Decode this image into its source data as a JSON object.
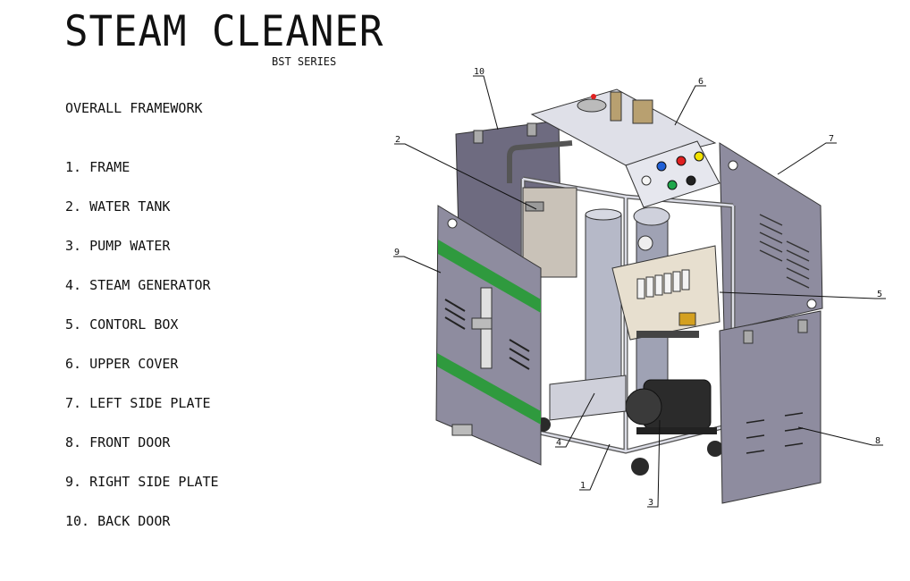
{
  "header": {
    "title": "STEAM CLEANER",
    "subtitle": "BST SERIES"
  },
  "section_label": "OVERALL  FRAMEWORK",
  "parts": [
    "1. FRAME",
    "2. WATER TANK",
    "3. PUMP WATER",
    "4. STEAM GENERATOR",
    "5. CONTORL BOX",
    "6. UPPER COVER",
    "7. LEFT SIDE PLATE",
    "8. FRONT DOOR",
    "9. RIGHT SIDE PLATE",
    "10. BACK DOOR"
  ],
  "callouts": [
    "1",
    "2",
    "3",
    "4",
    "5",
    "6",
    "7",
    "8",
    "9",
    "10"
  ],
  "colors": {
    "panel": "#8e8c9f",
    "panel_dark": "#6e6b80",
    "green_strip": "#2f9a3e",
    "frame": "#dcdde6",
    "tank": "#c9c2b8",
    "cylinder": "#b6b9c8",
    "button_blue": "#1f5fd6",
    "button_red": "#e02020",
    "button_yellow": "#f2e200",
    "button_green": "#1ea64a",
    "button_black": "#222222"
  }
}
